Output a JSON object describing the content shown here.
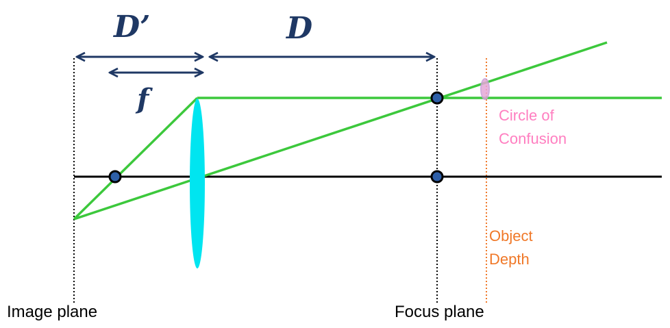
{
  "labels": {
    "d_prime": "D’",
    "d": "D",
    "f": "f",
    "circle_of_confusion_line1": "Circle of",
    "circle_of_confusion_line2": "Confusion",
    "object_depth_line1": "Object",
    "object_depth_line2": "Depth",
    "image_plane": "Image plane",
    "focus_plane": "Focus plane"
  },
  "colors": {
    "ray": "#3cc83c",
    "axis": "#000000",
    "lens": "#00e5f0",
    "arrow": "#1f3864",
    "circle_of_confusion": "#ff7ec0",
    "object_depth": "#f07828",
    "marker_fill": "#2e5fa8"
  }
}
